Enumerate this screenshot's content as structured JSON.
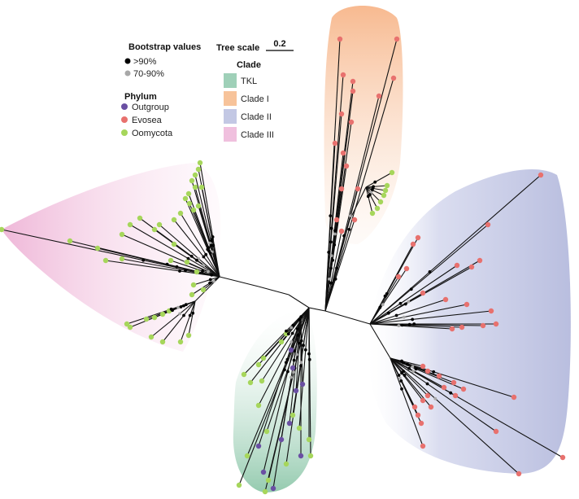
{
  "legend": {
    "bootstrap": {
      "title": "Bootstrap values",
      "items": [
        {
          "label": ">90%",
          "color": "#000000"
        },
        {
          "label": "70-90%",
          "color": "#a8a8a8"
        }
      ]
    },
    "phylum": {
      "title": "Phylum",
      "items": [
        {
          "label": "Outgroup",
          "color": "#6a4fa3"
        },
        {
          "label": "Evosea",
          "color": "#e8716e"
        },
        {
          "label": "Oomycota",
          "color": "#a6d65b"
        }
      ]
    },
    "tree_scale": {
      "title": "Tree scale",
      "value": "0.2"
    },
    "clade": {
      "title": "Clade",
      "items": [
        {
          "label": "TKL",
          "color": "#9fd0b8"
        },
        {
          "label": "Clade I",
          "color": "#f7c39a"
        },
        {
          "label": "Clade II",
          "color": "#c3c8e4"
        },
        {
          "label": "Clade III",
          "color": "#f0c0de"
        }
      ]
    }
  }
}
